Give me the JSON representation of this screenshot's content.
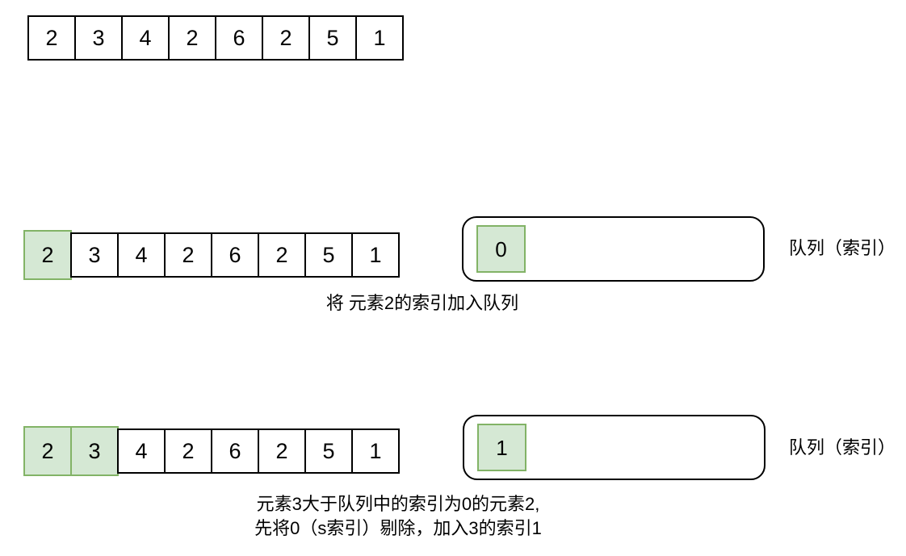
{
  "colors": {
    "highlight_fill": "#d5e8d4",
    "highlight_border": "#82b366",
    "cell_border": "#000000"
  },
  "steps": {
    "step0": {
      "array": {
        "values": [
          "2",
          "3",
          "4",
          "2",
          "6",
          "2",
          "5",
          "1"
        ],
        "highlighted": 0
      }
    },
    "step1": {
      "array": {
        "values": [
          "2",
          "3",
          "4",
          "2",
          "6",
          "2",
          "5",
          "1"
        ],
        "highlighted": 1
      },
      "queue": {
        "items": [
          "0"
        ],
        "label": "队列（索引）"
      },
      "caption": "将 元素2的索引加入队列"
    },
    "step2": {
      "array": {
        "values": [
          "2",
          "3",
          "4",
          "2",
          "6",
          "2",
          "5",
          "1"
        ],
        "highlighted": 2
      },
      "queue": {
        "items": [
          "1"
        ],
        "label": "队列（索引）"
      },
      "caption_line1": "元素3大于队列中的索引为0的元素2,",
      "caption_line2": "先将0（s索引）剔除，加入3的索引1"
    }
  }
}
